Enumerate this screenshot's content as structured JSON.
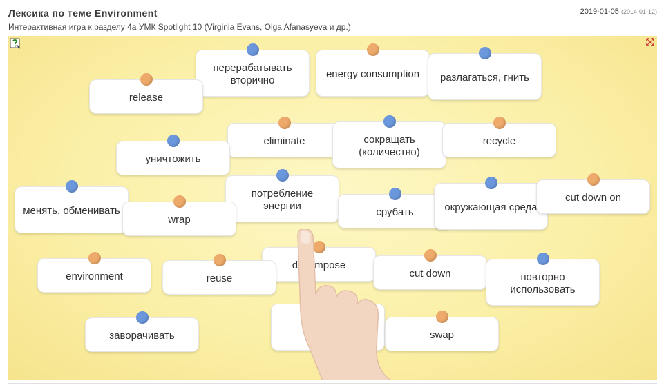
{
  "header": {
    "title": "Лексика по теме Environment",
    "subtitle": "Интерактивная игра к разделу 4a УМК Spotlight 10 (Virginia Evans, Olga Afanasyeva и др.)",
    "date": "2019-01-05",
    "updated": "(2014-01-12)"
  },
  "colors": {
    "pin_blue": "#6b97dd",
    "pin_orange": "#eeaa6a",
    "board": "#fbf0a8"
  },
  "icons": {
    "help": "help-icon",
    "fullscreen": "fullscreen-icon"
  },
  "cards": [
    {
      "text": "перерабатывать вторично",
      "pin": "blue"
    },
    {
      "text": "energy consumption",
      "pin": "orange"
    },
    {
      "text": "разлагаться, гнить",
      "pin": "blue"
    },
    {
      "text": "release",
      "pin": "orange"
    },
    {
      "text": "eliminate",
      "pin": "orange"
    },
    {
      "text": "сокращать (количество)",
      "pin": "blue"
    },
    {
      "text": "recycle",
      "pin": "orange"
    },
    {
      "text": "уничтожить",
      "pin": "blue"
    },
    {
      "text": "менять, обменивать",
      "pin": "blue"
    },
    {
      "text": "потребление энергии",
      "pin": "blue"
    },
    {
      "text": "wrap",
      "pin": "orange"
    },
    {
      "text": "срубать",
      "pin": "blue"
    },
    {
      "text": "окружающая среда",
      "pin": "blue"
    },
    {
      "text": "cut down on",
      "pin": "orange"
    },
    {
      "text": "decompose",
      "pin": "orange"
    },
    {
      "text": "environment",
      "pin": "orange"
    },
    {
      "text": "reuse",
      "pin": "orange"
    },
    {
      "text": "cut down",
      "pin": "orange"
    },
    {
      "text": "повторно использовать",
      "pin": "blue"
    },
    {
      "text": "заворачивать",
      "pin": "blue"
    },
    {
      "text": "swap",
      "pin": "orange"
    }
  ]
}
